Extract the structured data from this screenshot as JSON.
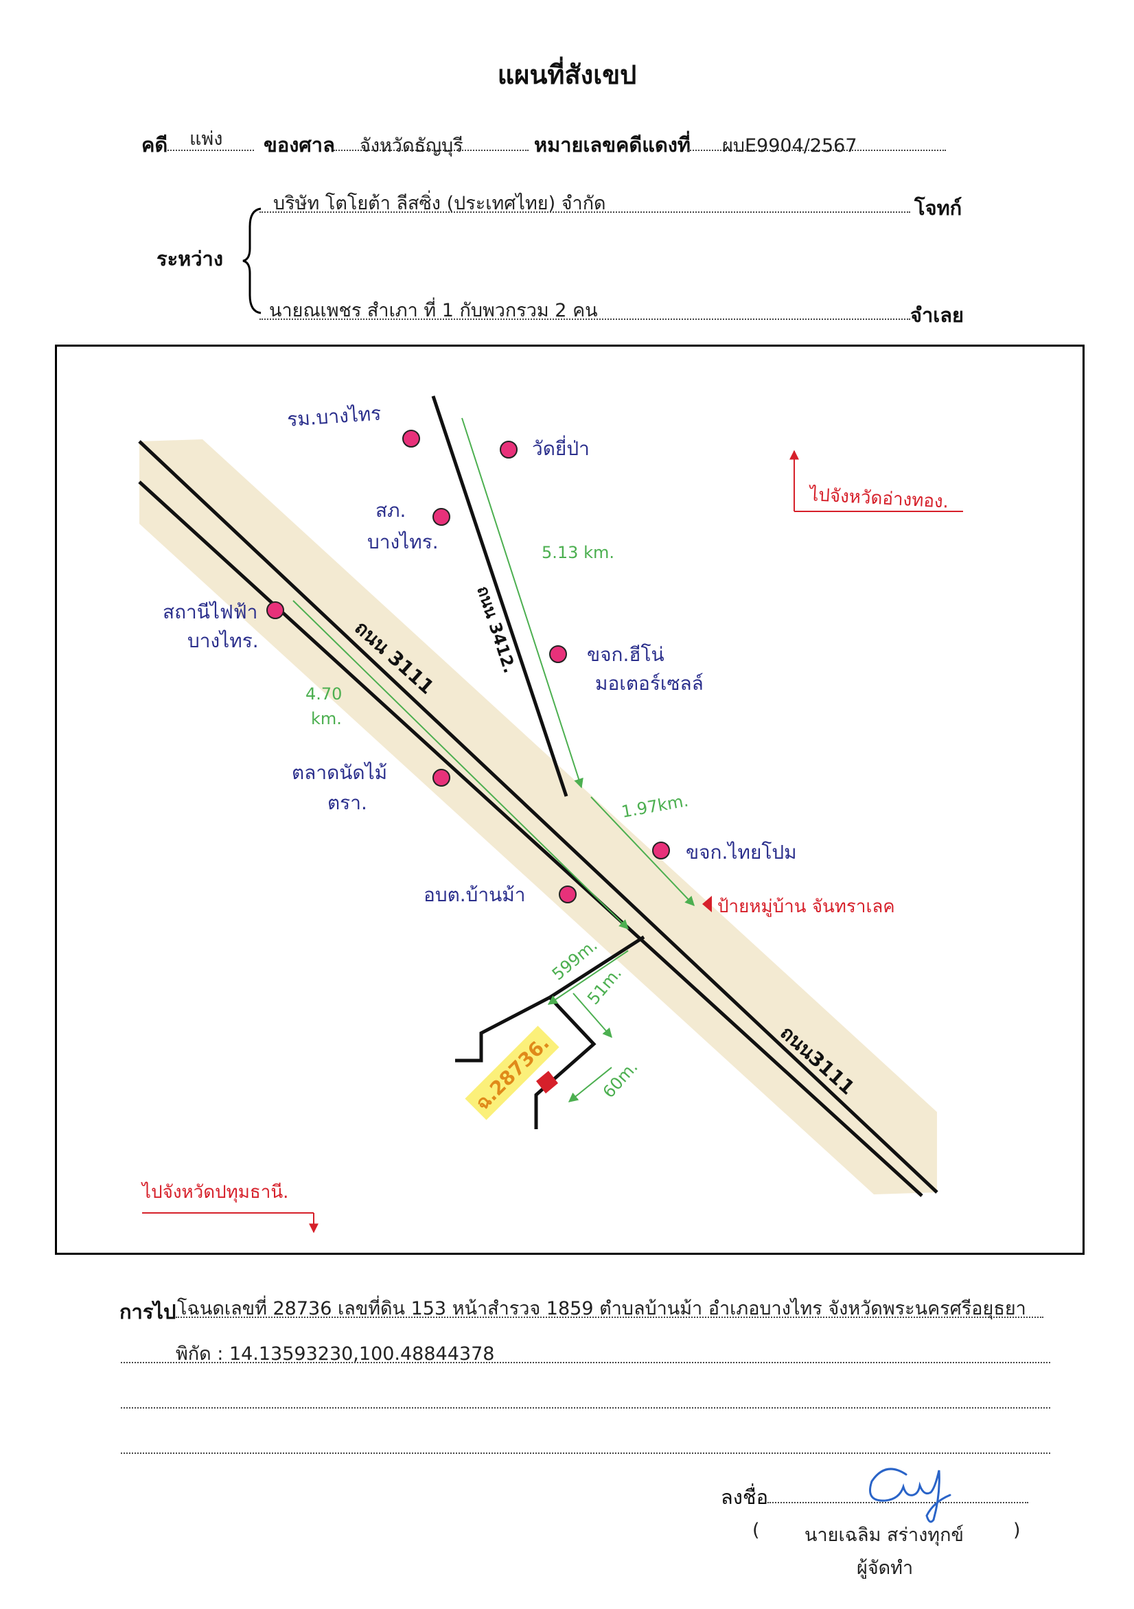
{
  "header": {
    "title": "แผนที่สังเขป",
    "case_label": "คดี",
    "case_type": "แพ่ง",
    "court_label": "ของศาล",
    "court_name": "จังหวัดธัญบุรี",
    "red_no_label": "หมายเลขคดีแดงที่",
    "red_no": "ผบE9904/2567",
    "between_label": "ระหว่าง",
    "plaintiff": "บริษัท โตโยต้า ลีสซิ่ง (ประเทศไทย) จำกัด",
    "plaintiff_label": "โจทก์",
    "defendant": "นายณเพชร สำเภา ที่ 1 กับพวกรวม 2 คน",
    "defendant_label": "จำเลย"
  },
  "map": {
    "landmarks": {
      "rm_bangsai": "รม.บางไทร",
      "wat": "วัดยี่ป่า",
      "sk_bangsai_1": "สภ.",
      "sk_bangsai_2": "บางไทร.",
      "power_1": "สถานีไฟฟ้า",
      "power_2": "บางไทร.",
      "hino_1": "ขจก.ฮีโน่",
      "hino_2": "มอเตอร์เซลล์",
      "market_1": "ตลาดนัดไม้",
      "market_2": "ตรา.",
      "thaiho": "ขจก.ไทยโปม",
      "obt": "อบต.บ้านม้า"
    },
    "roads": {
      "road_3111_upper": "ถนน 3111",
      "road_3111_lower": "ถนน3111",
      "road_3412": "ถนน 3412."
    },
    "distances": {
      "d_513": "5.13 km.",
      "d_470_1": "4.70",
      "d_470_2": "km.",
      "d_197": "1.97km.",
      "d_599": "599m.",
      "d_51": "51m.",
      "d_60": "60m."
    },
    "red_labels": {
      "to_angthong": "ไปจังหวัดอ่างทอง.",
      "to_pathum": "ไปจังหวัดปทุมธานี.",
      "village_sign": "ป้ายหมู่บ้าน จันทราเลค",
      "parcel": "ฉ.28736."
    },
    "colors": {
      "road_fill": "#f3ead2",
      "landmark_dot": "#e8317a",
      "handwriting_blue": "#2b2f8c",
      "distance_green": "#4caf50",
      "direction_red": "#d6202a",
      "parcel_highlight": "#fbf07a",
      "parcel_text": "#e08a1a"
    }
  },
  "footer": {
    "route_label": "การไป",
    "route_text": "โฉนดเลขที่ 28736 เลขที่ดิน 153 หน้าสำรวจ 1859 ตำบลบ้านม้า อำเภอบางไทร จังหวัดพระนครศรีอยุธยา",
    "coords_text": "พิกัด : 14.13593230,100.48844378",
    "sign_label": "ลงชื่อ",
    "signer_name": "นายเฉลิม สร่างทุกข์",
    "role": "ผู้จัดทำ",
    "paren_open": "(",
    "paren_close": ")"
  }
}
